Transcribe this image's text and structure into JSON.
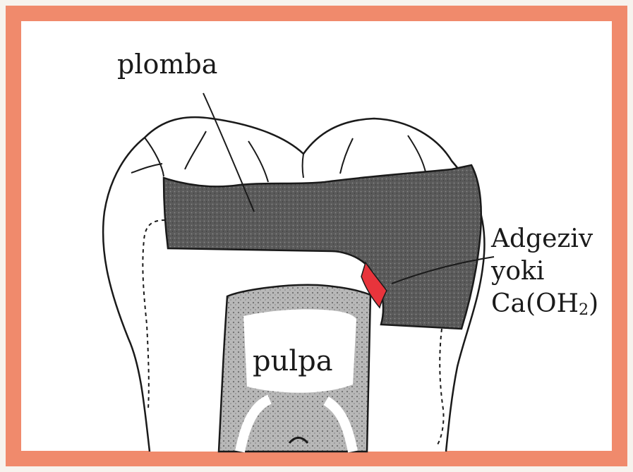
{
  "labels": {
    "filling": "plomba",
    "pulp": "pulpa",
    "adhesive_line1": "Adgeziv",
    "adhesive_line2": "yoki",
    "adhesive_line3_prefix": "Ca(OH",
    "adhesive_line3_sub": "2",
    "adhesive_line3_suffix": ")"
  },
  "colors": {
    "frame": "#f08a6c",
    "filling_fill": "#5d5d5d",
    "pulp_wall_fill": "#9a9a9a",
    "adhesive_fill": "#e8343c",
    "outline": "#1a1a1a"
  }
}
